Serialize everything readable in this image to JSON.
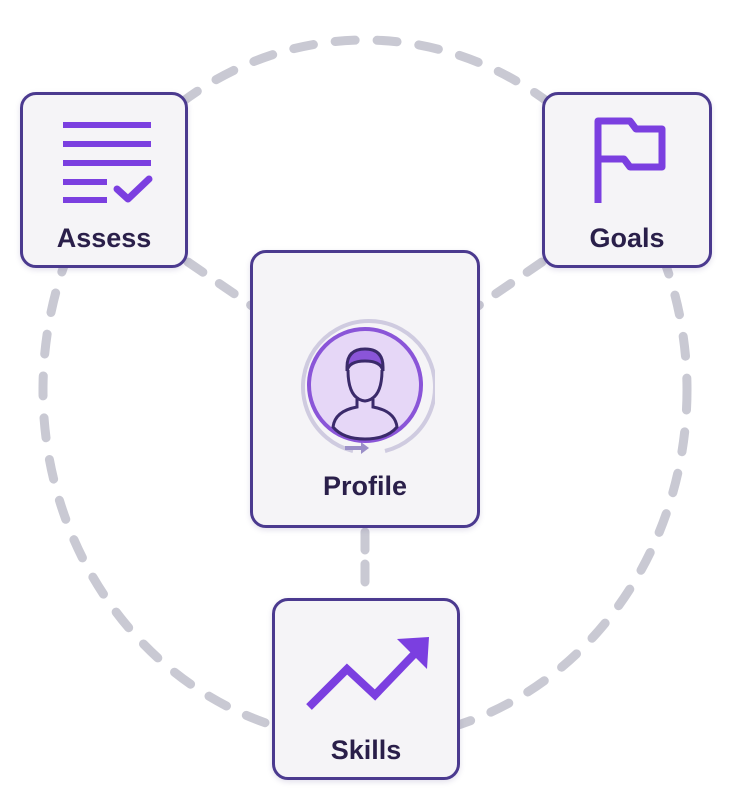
{
  "nodes": {
    "assess": {
      "label": "Assess",
      "icon": "checklist-icon"
    },
    "goals": {
      "label": "Goals",
      "icon": "flag-icon"
    },
    "profile": {
      "label": "Profile",
      "icon": "user-avatar-icon"
    },
    "skills": {
      "label": "Skills",
      "icon": "trend-up-arrow-icon"
    }
  },
  "colors": {
    "accent": "#7b3fe0",
    "border": "#4b3a8f",
    "dash": "#c9c9d3",
    "text": "#2a1f4a"
  }
}
